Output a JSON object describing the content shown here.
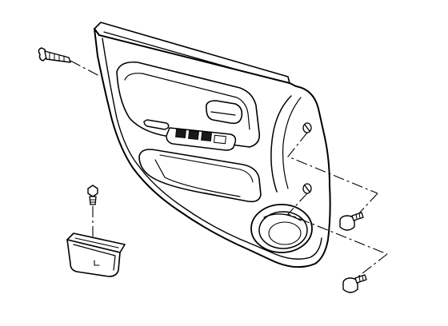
{
  "diagram": {
    "components": [
      {
        "id": "door-trim-panel",
        "icon": "door-trim-panel"
      },
      {
        "id": "panel-screw",
        "icon": "screw"
      },
      {
        "id": "panel-clip-upper",
        "icon": "clip"
      },
      {
        "id": "panel-clip-lower",
        "icon": "clip"
      },
      {
        "id": "pocket-clip",
        "icon": "clip"
      },
      {
        "id": "door-pocket",
        "icon": "door-pocket"
      }
    ],
    "colors": {
      "ink": "#000000",
      "background": "#ffffff"
    }
  }
}
